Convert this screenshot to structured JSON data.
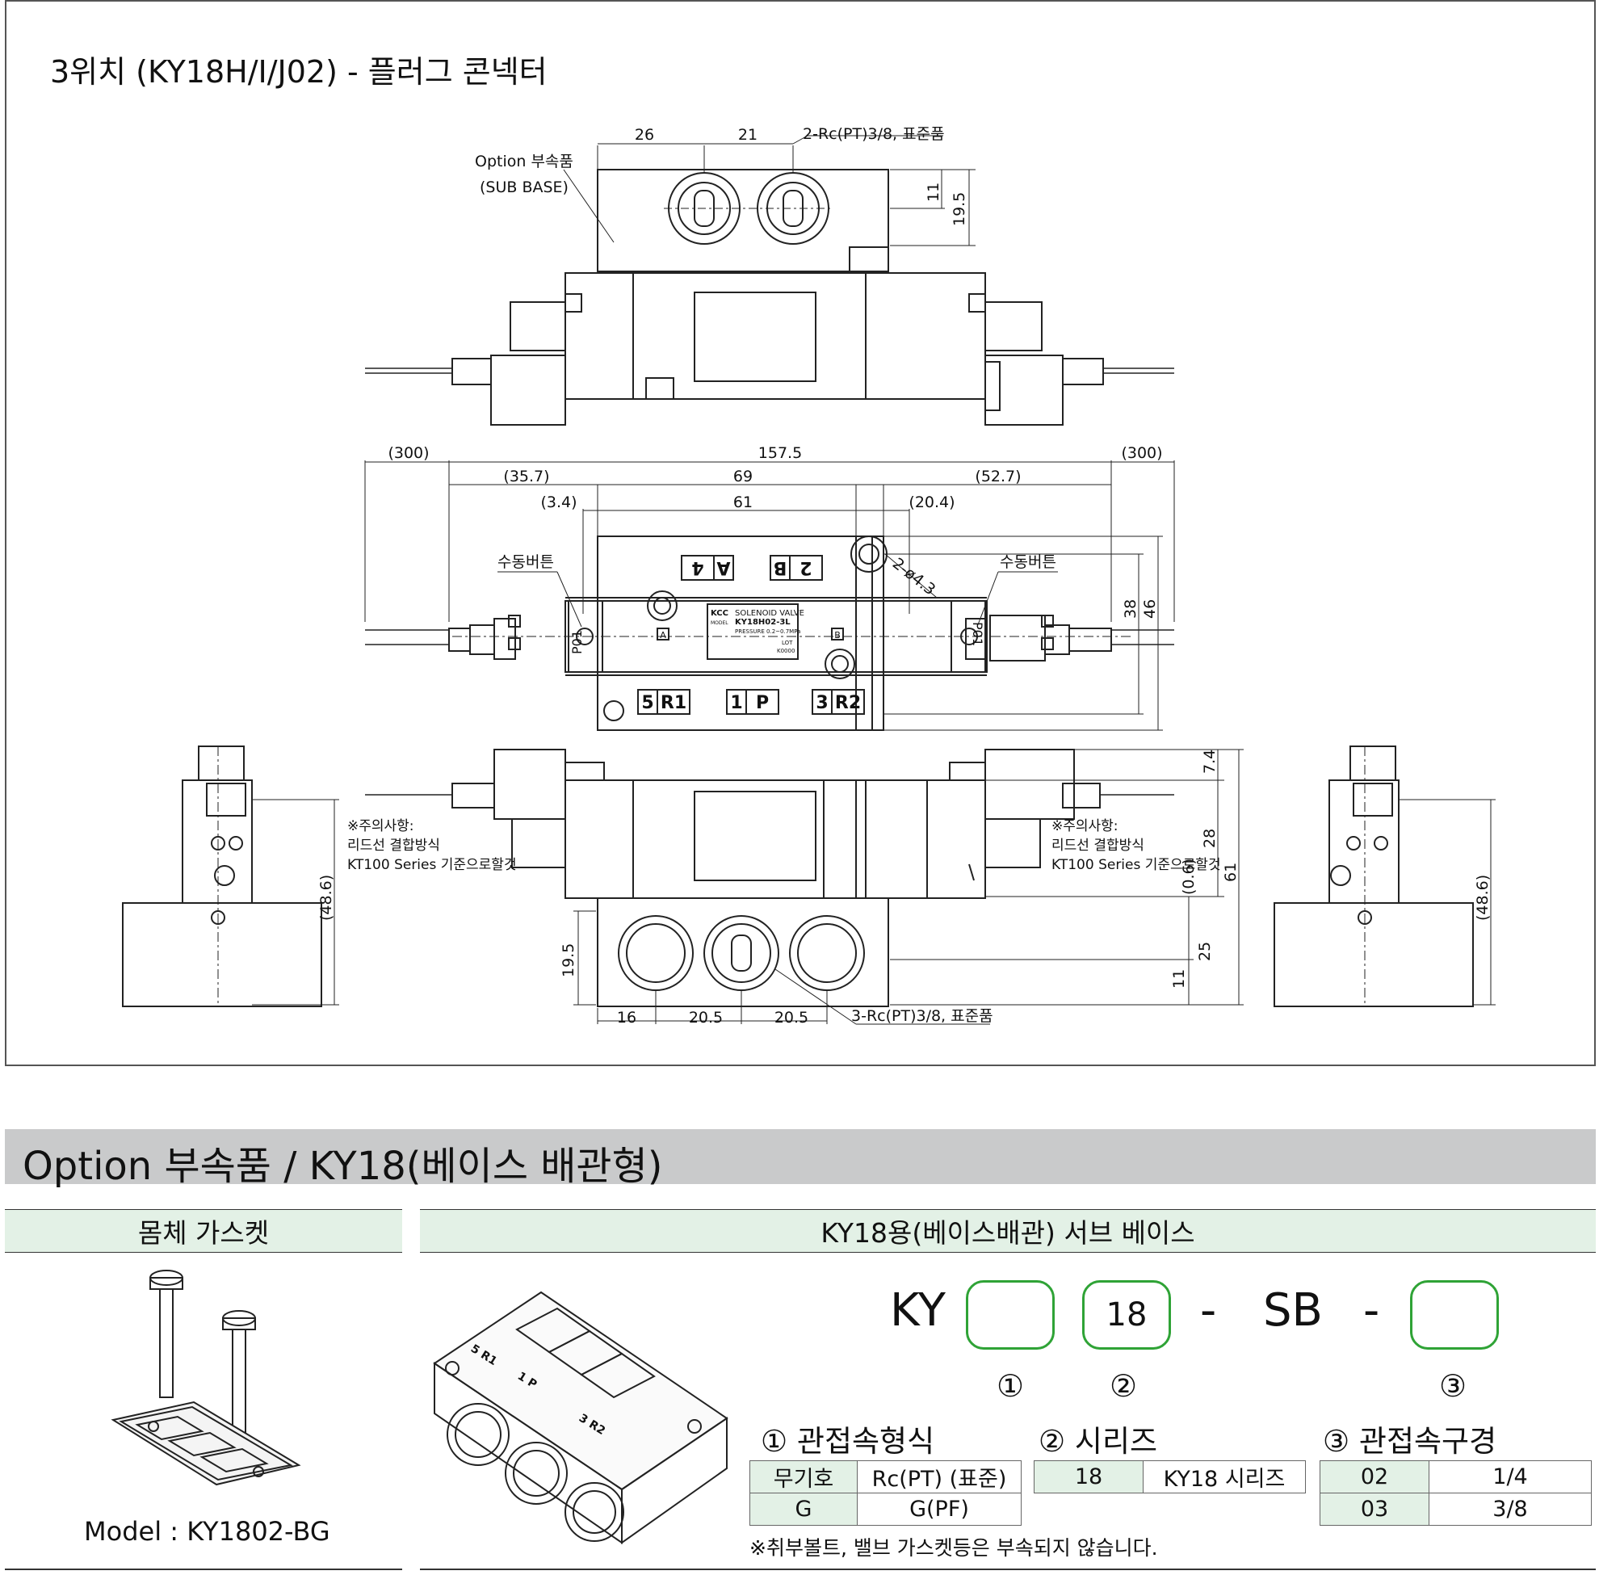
{
  "drawing": {
    "title": "3위치 (KY18H/I/J02) - 플러그 콘넥터",
    "top_view": {
      "dims": [
        "26",
        "21",
        "2-Rc(PT)3/8, 표준품",
        "11",
        "19.5"
      ],
      "option_label": "Option 부속품",
      "subbase_label": "(SUB BASE)"
    },
    "plan_view": {
      "dims": [
        "(300)",
        "157.5",
        "(300)",
        "(35.7)",
        "69",
        "(52.7)",
        "(3.4)",
        "61",
        "(20.4)",
        "2-ø4.3",
        "38",
        "46"
      ],
      "manual_button_left": "수동버튼",
      "manual_button_right": "수동버튼",
      "port_labels": [
        "4",
        "A",
        "2",
        "B",
        "5",
        "R1",
        "1",
        "P",
        "3",
        "R2"
      ],
      "small_ports": [
        "A",
        "B"
      ],
      "pilot_left": "P01",
      "pilot_right": "P01",
      "nameplate": {
        "brand": "KCC",
        "product": "SOLENOID VALVE",
        "model_prefix": "MODEL",
        "model": "KY18H02-3L",
        "pressure": "PRESSURE  0.2~0.7MPa",
        "lot": "LOT",
        "lot_no": "K0000"
      }
    },
    "front_view": {
      "note_left": [
        "※주의사항:",
        "리드선 결합방식",
        "KT100 Series 기준으로할것"
      ],
      "note_right": [
        "※주의사항:",
        "리드선 결합방식",
        "KT100 Series 기준으로할것"
      ],
      "dims_right": [
        "7.4",
        "28",
        "(0.6)",
        "61",
        "25",
        "11"
      ],
      "dims_left": [
        "19.5"
      ],
      "dims_bottom": [
        "16",
        "20.5",
        "20.5",
        "3-Rc(PT)3/8, 표준품"
      ],
      "side_dim_left": "(48.6)",
      "side_dim_right": "(48.6)"
    }
  },
  "section": {
    "title": "Option 부속품 / KY18(베이스 배관형)"
  },
  "left_panel": {
    "header": "몸체 가스켓",
    "model_label": "Model : KY1802-BG"
  },
  "right_panel": {
    "header": "KY18용(베이스배관) 서브 베이스",
    "code": {
      "prefix": "KY",
      "box2": "18",
      "dash1": "-",
      "mid": "SB",
      "dash2": "-",
      "nums": [
        "①",
        "②",
        "③"
      ]
    },
    "table1": {
      "title": "① 관접속형식",
      "rows": [
        [
          "무기호",
          "Rc(PT) (표준)"
        ],
        [
          "G",
          "G(PF)"
        ]
      ]
    },
    "table2": {
      "title": "② 시리즈",
      "rows": [
        [
          "18",
          "KY18 시리즈"
        ]
      ]
    },
    "table3": {
      "title": "③ 관접속구경",
      "rows": [
        [
          "02",
          "1/4"
        ],
        [
          "03",
          "3/8"
        ]
      ]
    },
    "note": "※취부볼트, 밸브 가스켓등은 부속되지 않습니다."
  }
}
